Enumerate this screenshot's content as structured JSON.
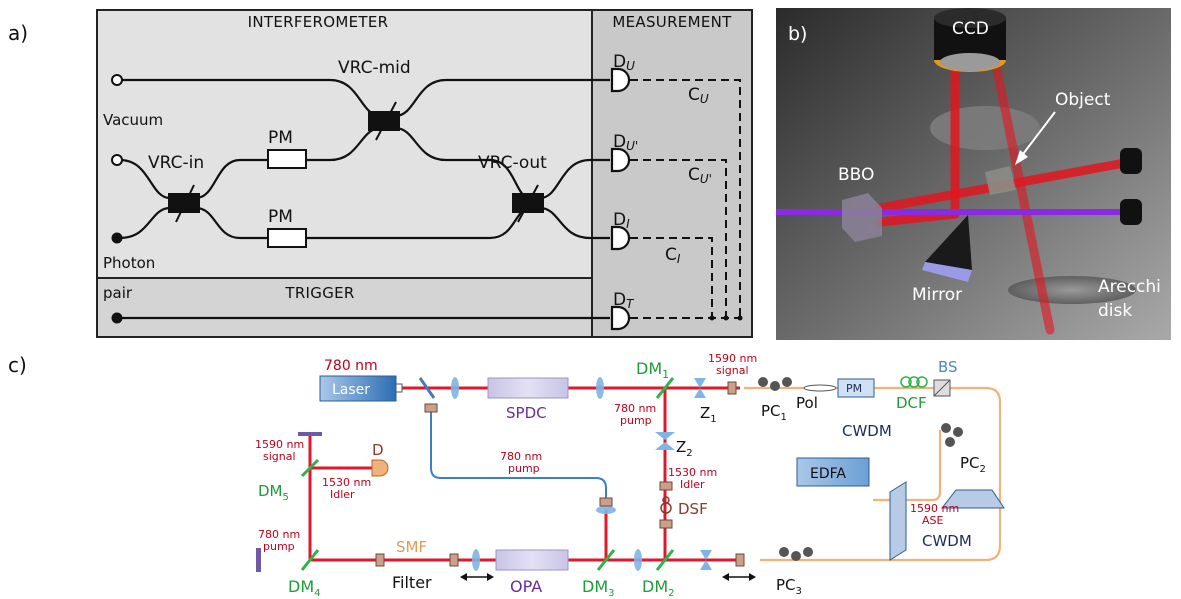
{
  "panel_a": {
    "letter": "a)",
    "interferometer_title": "INTERFEROMETER",
    "measurement_title": "MEASUREMENT",
    "trigger_title": "TRIGGER",
    "vrc_mid": "VRC-mid",
    "vrc_in": "VRC-in",
    "vrc_out": "VRC-out",
    "pm_top": "PM",
    "pm_bottom": "PM",
    "vacuum": "Vacuum",
    "photon": "Photon",
    "pair": "pair",
    "det_u": "D",
    "det_u_sub": "U",
    "det_up": "D",
    "det_up_sub": "U'",
    "det_i": "D",
    "det_i_sub": "I",
    "det_t": "D",
    "det_t_sub": "T",
    "c_u": "C",
    "c_u_sub": "U",
    "c_up": "C",
    "c_up_sub": "U'",
    "c_i": "C",
    "c_i_sub": "I"
  },
  "panel_b": {
    "letter": "b)",
    "ccd": "CCD",
    "object": "Object",
    "bbo": "BBO",
    "mirror": "Mirror",
    "arecchi_1": "Arecchi",
    "arecchi_2": "disk"
  },
  "panel_c": {
    "letter": "c)",
    "laser_wl": "780 nm",
    "laser": "Laser",
    "spdc": "SPDC",
    "dm1": "DM",
    "dm1_sub": "1",
    "signal_1590_a": "1590 nm",
    "signal_1590_b": "signal",
    "pc1": "PC",
    "pc1_sub": "1",
    "pol": "Pol",
    "pm": "PM",
    "dcf": "DCF",
    "bs": "BS",
    "z1": "Z",
    "z1_sub": "1",
    "z2": "Z",
    "z2_sub": "2",
    "pump780_a": "780 nm",
    "pump780_b": "pump",
    "pump780c_a": "780 nm",
    "pump780c_b": "pump",
    "idler1530_a": "1530 nm",
    "idler1530_b": "Idler",
    "dsf": "DSF",
    "cwdm_top": "CWDM",
    "cwdm_bottom": "CWDM",
    "pc2": "PC",
    "pc2_sub": "2",
    "edfa": "EDFA",
    "ase_a": "1590 nm",
    "ase_b": "ASE",
    "sig_left_a": "1590 nm",
    "sig_left_b": "signal",
    "d": "D",
    "dm5": "DM",
    "dm5_sub": "5",
    "idler_left_a": "1530 nm",
    "idler_left_b": "Idler",
    "pump_left_a": "780 nm",
    "pump_left_b": "pump",
    "dm4": "DM",
    "dm4_sub": "4",
    "smf": "SMF",
    "filter": "Filter",
    "opa": "OPA",
    "dm3": "DM",
    "dm3_sub": "3",
    "dm2": "DM",
    "dm2_sub": "2",
    "pc3": "PC",
    "pc3_sub": "3"
  }
}
